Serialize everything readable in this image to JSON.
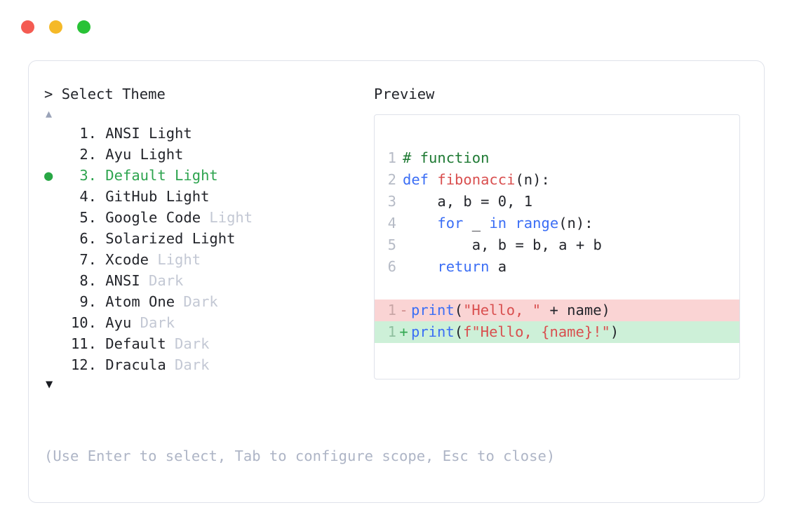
{
  "window": {
    "controls": [
      {
        "name": "close",
        "color": "#f45b52"
      },
      {
        "name": "minimize",
        "color": "#f5b928"
      },
      {
        "name": "maximize",
        "color": "#28c236"
      }
    ]
  },
  "prompt": {
    "marker": ">",
    "label": "Select Theme",
    "scroll_up_glyph": "▲",
    "scroll_down_glyph": "▼",
    "selected_index": 3,
    "selection_glyph": "●"
  },
  "themes": [
    {
      "num": "1.",
      "name": "ANSI",
      "variant": "Light",
      "variant_muted": false,
      "selected": false
    },
    {
      "num": "2.",
      "name": "Ayu",
      "variant": "Light",
      "variant_muted": false,
      "selected": false
    },
    {
      "num": "3.",
      "name": "Default",
      "variant": "Light",
      "variant_muted": false,
      "selected": true
    },
    {
      "num": "4.",
      "name": "GitHub",
      "variant": "Light",
      "variant_muted": false,
      "selected": false
    },
    {
      "num": "5.",
      "name": "Google Code",
      "variant": "Light",
      "variant_muted": true,
      "selected": false
    },
    {
      "num": "6.",
      "name": "Solarized",
      "variant": "Light",
      "variant_muted": false,
      "selected": false
    },
    {
      "num": "7.",
      "name": "Xcode",
      "variant": "Light",
      "variant_muted": true,
      "selected": false
    },
    {
      "num": "8.",
      "name": "ANSI",
      "variant": "Dark",
      "variant_muted": true,
      "selected": false
    },
    {
      "num": "9.",
      "name": "Atom One",
      "variant": "Dark",
      "variant_muted": true,
      "selected": false
    },
    {
      "num": "10.",
      "name": "Ayu",
      "variant": "Dark",
      "variant_muted": true,
      "selected": false
    },
    {
      "num": "11.",
      "name": "Default",
      "variant": "Dark",
      "variant_muted": true,
      "selected": false
    },
    {
      "num": "12.",
      "name": "Dracula",
      "variant": "Dark",
      "variant_muted": true,
      "selected": false
    }
  ],
  "hint": "(Use Enter to select, Tab to configure scope, Esc to close)",
  "preview": {
    "title": "Preview",
    "code_lines": [
      {
        "ln": "1",
        "tokens": [
          {
            "t": "# function",
            "c": "comment"
          }
        ]
      },
      {
        "ln": "2",
        "tokens": [
          {
            "t": "def ",
            "c": "key"
          },
          {
            "t": "fibonacci",
            "c": "fn"
          },
          {
            "t": "(n):",
            "c": "plain"
          }
        ]
      },
      {
        "ln": "3",
        "tokens": [
          {
            "t": "    a, b = 0, 1",
            "c": "plain"
          }
        ]
      },
      {
        "ln": "4",
        "tokens": [
          {
            "t": "    ",
            "c": "plain"
          },
          {
            "t": "for",
            "c": "key"
          },
          {
            "t": " _ ",
            "c": "plain"
          },
          {
            "t": "in",
            "c": "key"
          },
          {
            "t": " ",
            "c": "plain"
          },
          {
            "t": "range",
            "c": "builtin"
          },
          {
            "t": "(n):",
            "c": "plain"
          }
        ]
      },
      {
        "ln": "5",
        "tokens": [
          {
            "t": "        a, b = b, a + b",
            "c": "plain"
          }
        ]
      },
      {
        "ln": "6",
        "tokens": [
          {
            "t": "    ",
            "c": "plain"
          },
          {
            "t": "return",
            "c": "key"
          },
          {
            "t": " a",
            "c": "plain"
          }
        ]
      }
    ],
    "diff_lines": [
      {
        "ln": "1",
        "sign": "-",
        "kind": "del",
        "tokens": [
          {
            "t": "print",
            "c": "builtin"
          },
          {
            "t": "(",
            "c": "plain"
          },
          {
            "t": "\"Hello, \"",
            "c": "str"
          },
          {
            "t": " + name)",
            "c": "plain"
          }
        ]
      },
      {
        "ln": "1",
        "sign": "+",
        "kind": "add",
        "tokens": [
          {
            "t": "print",
            "c": "builtin"
          },
          {
            "t": "(",
            "c": "plain"
          },
          {
            "t": "f\"Hello, ",
            "c": "str"
          },
          {
            "t": "{name}",
            "c": "str"
          },
          {
            "t": "!\"",
            "c": "str"
          },
          {
            "t": ")",
            "c": "plain"
          }
        ]
      }
    ]
  },
  "colors": {
    "accent_green": "#2ea44f",
    "muted_text": "#c3c8d4",
    "hint_text": "#aeb5c6",
    "border": "#dfe2ea",
    "diff_del_bg": "#fad4d4",
    "diff_add_bg": "#cdf0d8",
    "syntax_comment": "#1f7a34",
    "syntax_keyword": "#3b6ef5",
    "syntax_function": "#d94f4f",
    "syntax_string": "#d94f4f"
  }
}
